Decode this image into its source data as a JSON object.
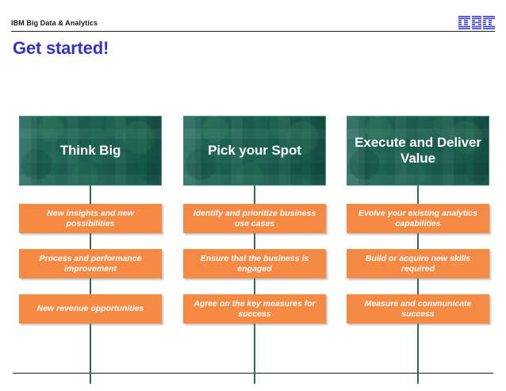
{
  "header": {
    "brand_label": "IBM Big Data & Analytics",
    "logo_name": "ibm-logo",
    "logo_color": "#3c42c8"
  },
  "title": {
    "text": "Get started!",
    "color": "#3333cc"
  },
  "theme": {
    "green": "#166152",
    "orange": "#f58a44",
    "connector": "#2f6a61",
    "rule": "#231f20"
  },
  "columns": [
    {
      "heading": "Think Big",
      "steps": [
        "New insights and new possibilities",
        "Process and performance improvement",
        "New revenue opportunities"
      ]
    },
    {
      "heading": "Pick your Spot",
      "steps": [
        "Identify and prioritize business use cases",
        "Ensure that the business is engaged",
        "Agree on the key measures for success"
      ]
    },
    {
      "heading": "Execute and Deliver Value",
      "steps": [
        "Evolve your existing analytics capabilities",
        "Build or acquire new skills required",
        "Measure and communicate success"
      ]
    }
  ]
}
